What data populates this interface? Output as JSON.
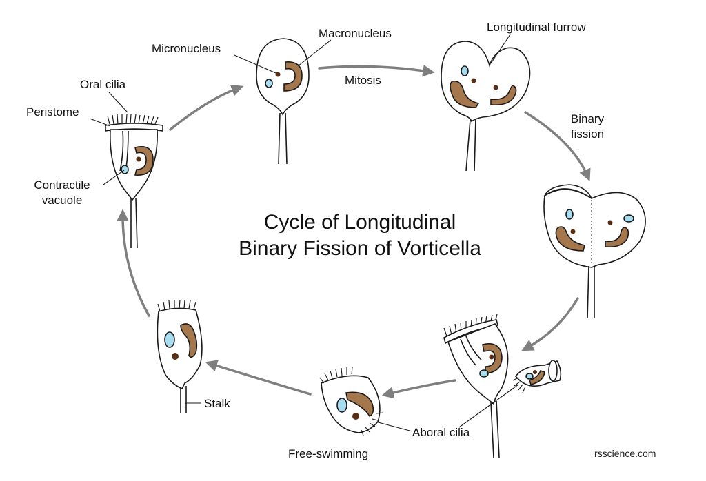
{
  "title": {
    "line1": "Cycle of Longitudinal",
    "line2": "Binary Fission of Vorticella"
  },
  "labels": {
    "oral_cilia": "Oral cilia",
    "peristome": "Peristome",
    "contractile_vacuole_1": "Contractile",
    "contractile_vacuole_2": "vacuole",
    "micronucleus": "Micronucleus",
    "macronucleus": "Macronucleus",
    "mitosis": "Mitosis",
    "longitudinal_furrow": "Longitudinal furrow",
    "binary_fission_1": "Binary",
    "binary_fission_2": "fission",
    "aboral_cilia": "Aboral cilia",
    "free_swimming": "Free-swimming",
    "stalk": "Stalk"
  },
  "credit": "rsscience.com",
  "colors": {
    "nucleus": "#a5774d",
    "micronucleus": "#5a2c12",
    "vacuole": "#a8dcf0",
    "arrow": "#7f7f7f",
    "outline": "#1a1a1a"
  }
}
